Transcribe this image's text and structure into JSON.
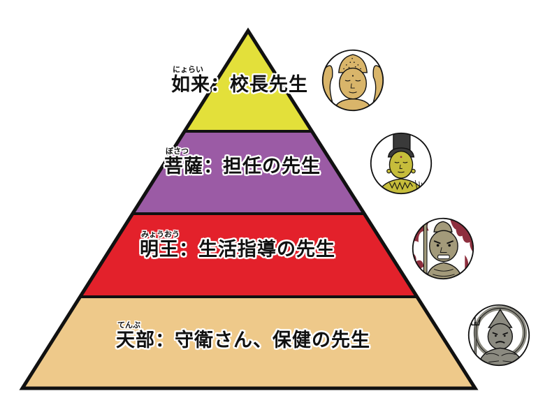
{
  "diagram": {
    "type": "pyramid",
    "colors": {
      "outline": "#111111",
      "background": "#ffffff"
    },
    "tiers": [
      {
        "level": 1,
        "furigana": "にょらい",
        "label": "如来：校長先生",
        "fill": "#E3E03A",
        "icon": "nyorai-buddha-icon",
        "icon_colors": {
          "main": "#D9B56A",
          "bg": "#ffffff"
        }
      },
      {
        "level": 2,
        "furigana": "ぼさつ",
        "label": "菩薩：担任の先生",
        "fill": "#9B5BA5",
        "icon": "bosatsu-bodhisattva-icon",
        "icon_colors": {
          "main": "#C6BD3B",
          "hair": "#3A3A3A",
          "bg": "#ffffff"
        }
      },
      {
        "level": 3,
        "furigana": "みょうおう",
        "label": "明王：生活指導の先生",
        "fill": "#E3212B",
        "icon": "myoo-wisdom-king-icon",
        "icon_colors": {
          "main": "#A39A7A",
          "flame": "#8E2F3E",
          "bg": "#ffffff"
        }
      },
      {
        "level": 4,
        "furigana": "てんぶ",
        "label": "天部：守衛さん、保健の先生",
        "fill": "#EEC98A",
        "icon": "tenbu-guardian-deity-icon",
        "icon_colors": {
          "main": "#8B8A80",
          "bg": "#ffffff"
        }
      }
    ]
  }
}
